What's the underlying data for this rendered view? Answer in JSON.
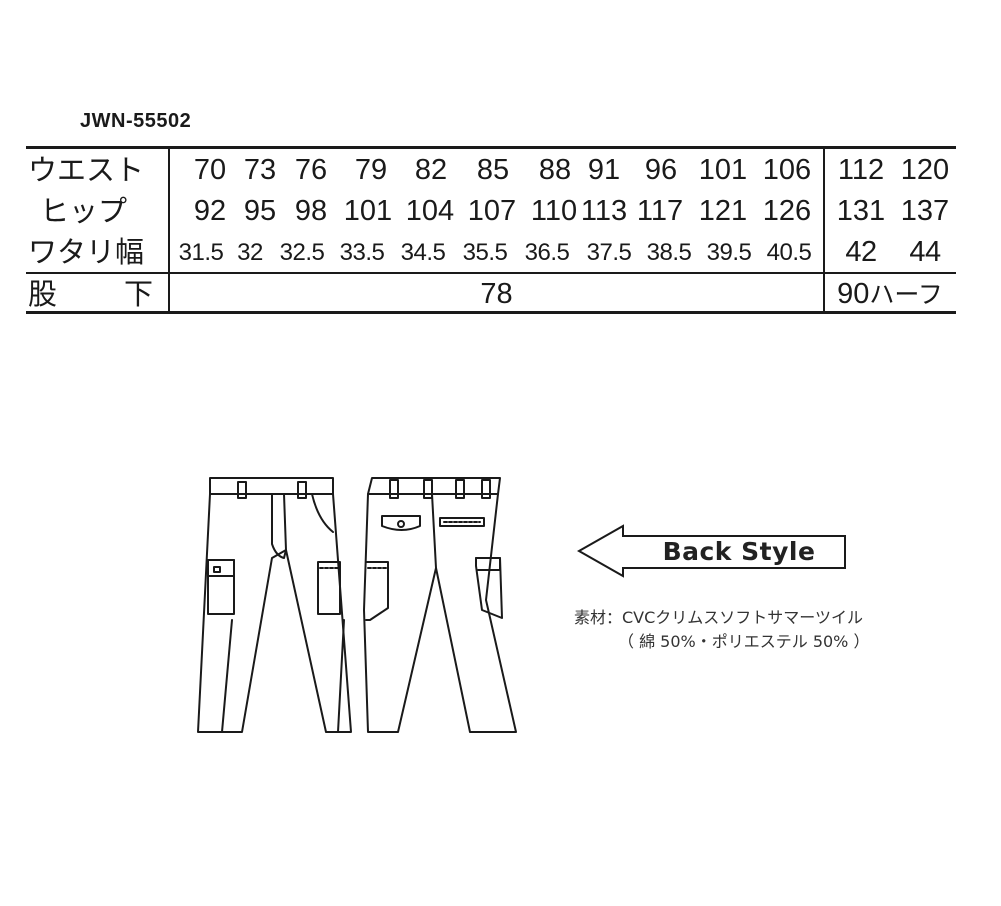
{
  "model_code": "JWN-55502",
  "size_table": {
    "rows": [
      {
        "label": "ウエスト",
        "values": [
          "70",
          "73",
          "76",
          "79",
          "82",
          "85",
          "88",
          "91",
          "96",
          "101",
          "106"
        ],
        "extended_values": [
          "112",
          "120"
        ]
      },
      {
        "label": "ヒップ",
        "values": [
          "92",
          "95",
          "98",
          "101",
          "104",
          "107",
          "110",
          "113",
          "117",
          "121",
          "126"
        ],
        "extended_values": [
          "131",
          "137"
        ]
      },
      {
        "label": "ワタリ幅",
        "values": [
          "31.5",
          "32",
          "32.5",
          "33.5",
          "34.5",
          "35.5",
          "36.5",
          "37.5",
          "38.5",
          "39.5",
          "40.5"
        ],
        "extended_values": [
          "42",
          "44"
        ]
      }
    ],
    "inseam": {
      "label_left": "股",
      "label_right": "下",
      "main_value": "78",
      "extended_value": "90",
      "extended_note": "ハーフ"
    }
  },
  "illustration": {
    "front_icon": "pants-front-icon",
    "back_icon": "pants-back-icon",
    "arrow_icon": "arrow-left-icon",
    "back_style_label": "Back Style"
  },
  "material": {
    "line1": "素材：CVCクリムスソフトサマーツイル",
    "line2": "（ 綿 50%・ポリエステル 50% ）"
  }
}
